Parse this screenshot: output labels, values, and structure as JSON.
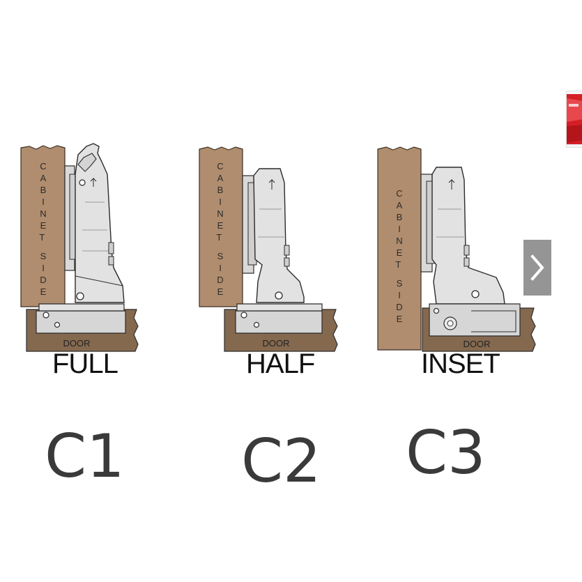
{
  "diagram": {
    "labels": {
      "cabinet_side": "CABINET SIDE",
      "door": "DOOR"
    },
    "hinges": [
      {
        "type_label": "FULL",
        "code": "C1"
      },
      {
        "type_label": "HALF",
        "code": "C2"
      },
      {
        "type_label": "INSET",
        "code": "C3"
      }
    ]
  },
  "navigation": {
    "next_icon": "chevron-right-icon"
  },
  "colors": {
    "wood_light": "#b08d6e",
    "wood_dark": "#85694f",
    "metal": "#e2e2e2",
    "outline": "#2b2b2b",
    "nav_bg": "#8d8d8d",
    "thumb_red": "#d41f26"
  }
}
